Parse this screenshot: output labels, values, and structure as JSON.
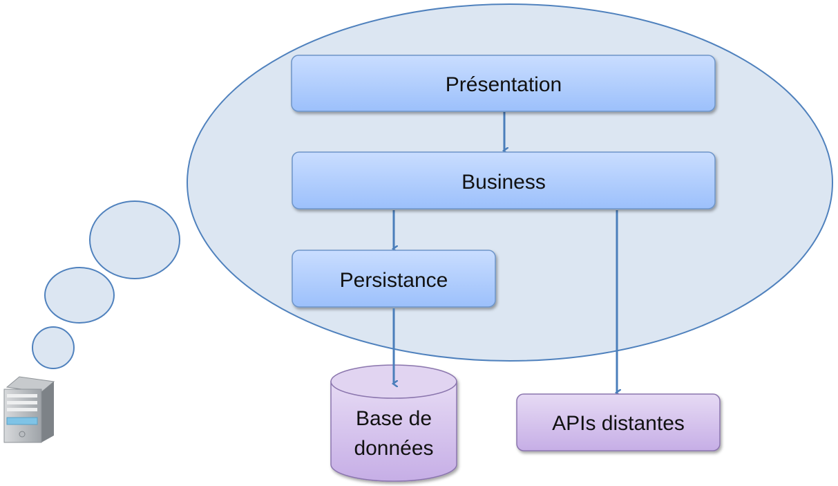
{
  "diagram": {
    "layers": {
      "presentation": "Présentation",
      "business": "Business",
      "persistance": "Persistance"
    },
    "database": {
      "line1": "Base de",
      "line2": "données"
    },
    "remote_apis": "APIs distantes"
  },
  "colors": {
    "cloud_fill": "#dce6f2",
    "cloud_stroke": "#4f81bd",
    "layer_fill_top": "#c6dcff",
    "layer_fill_bottom": "#9ec3ff",
    "external_fill_top": "#e4d7f3",
    "external_fill_bottom": "#c7b0e8",
    "arrow": "#4a7ebb"
  },
  "icons": {
    "server": "server-icon"
  }
}
